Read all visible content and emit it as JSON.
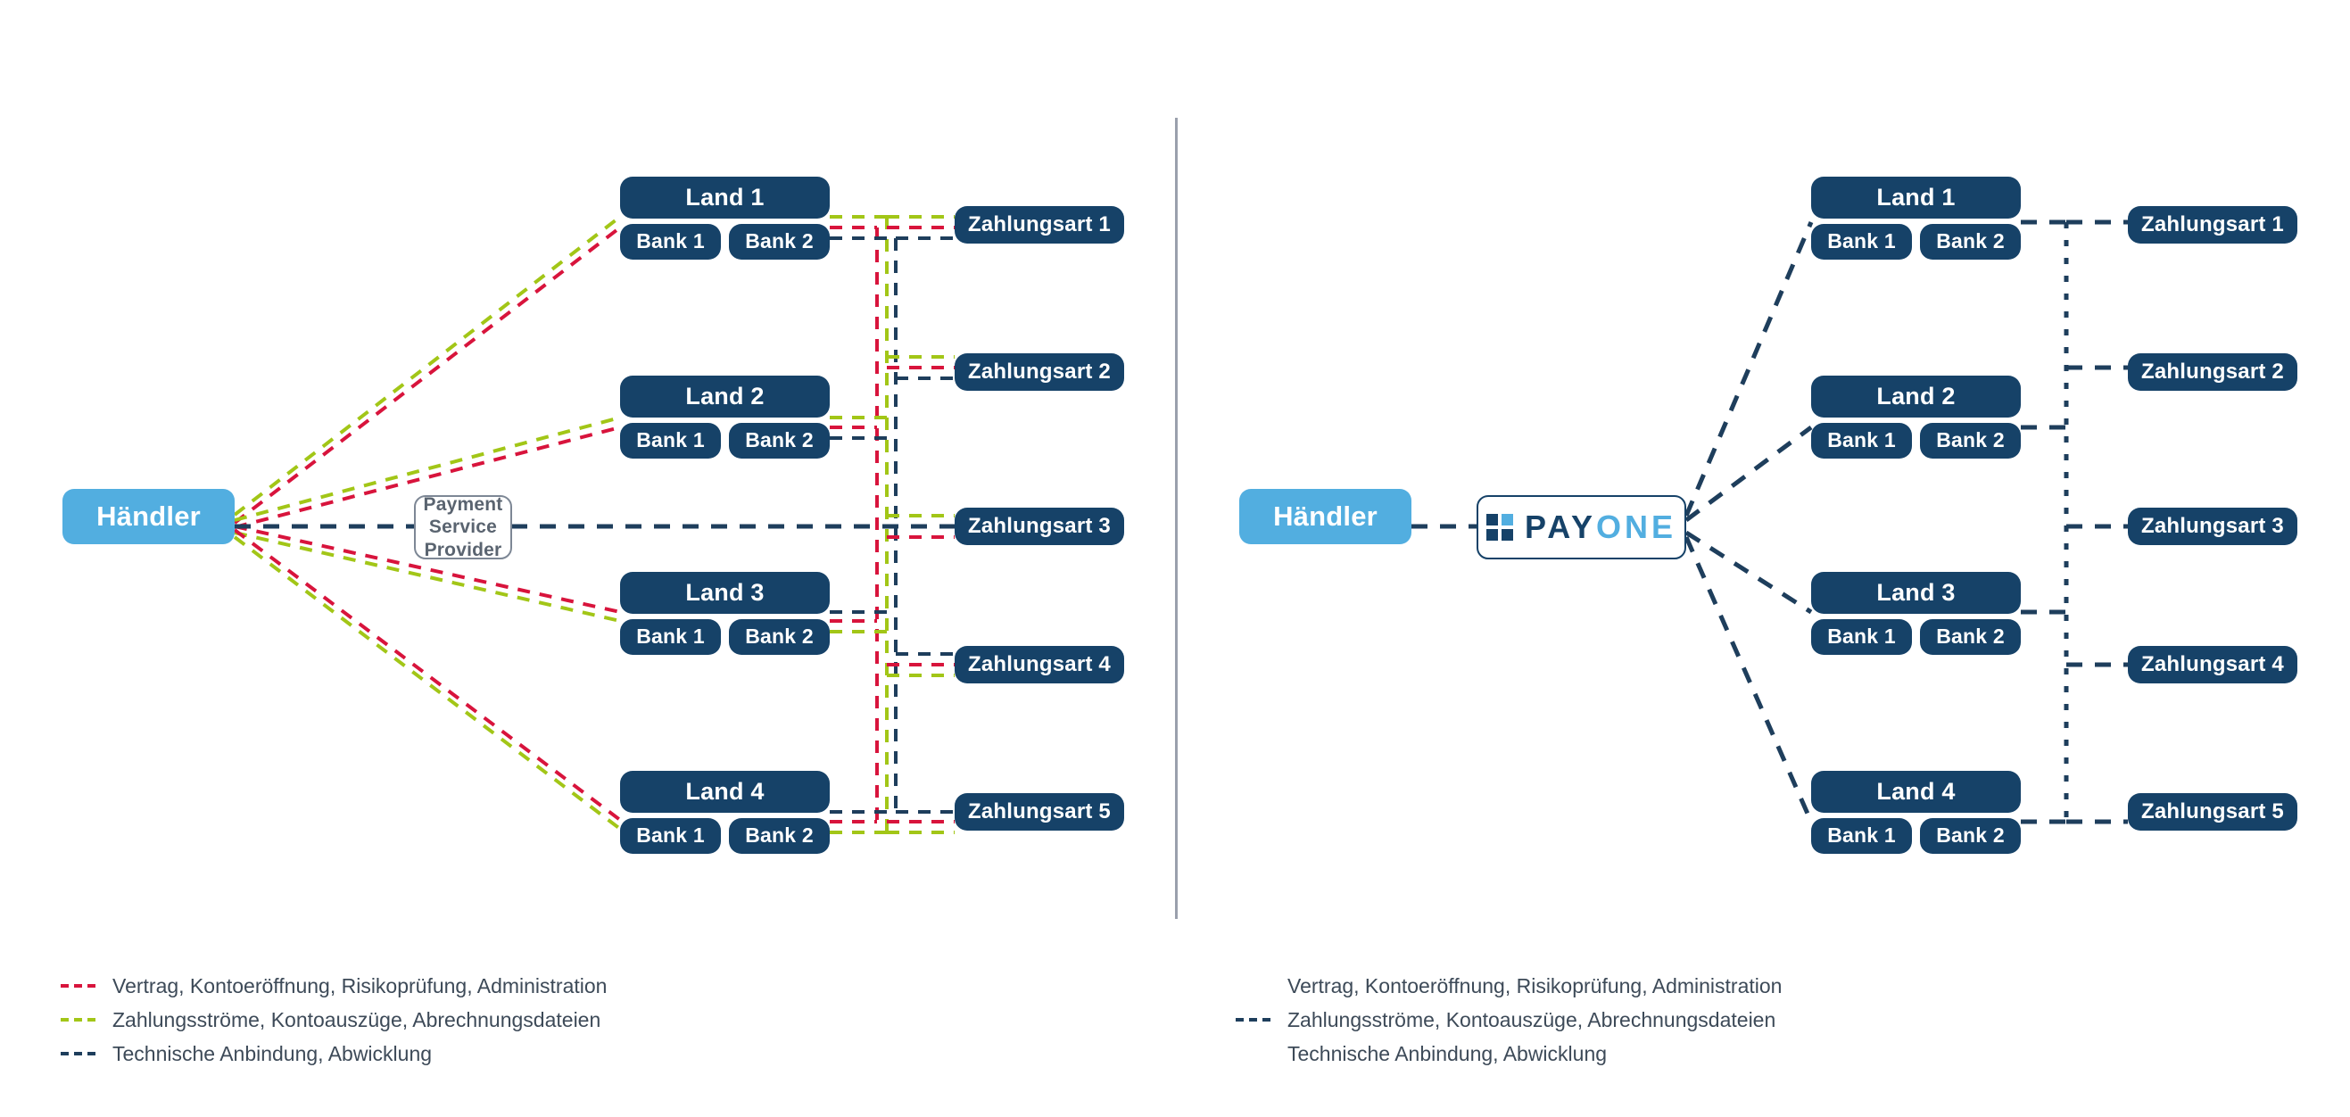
{
  "colors": {
    "navy": "#164268",
    "light_blue": "#52AEE0",
    "red": "#D8143C",
    "green": "#A2C617",
    "line_navy": "#1E3E5C",
    "grey_border": "#7D8795",
    "grey_text": "#5A6470",
    "divider": "#9AA0AC",
    "legend_text": "#3D4A58"
  },
  "left_panel": {
    "merchant": "Händler",
    "psp": "Payment Service Provider",
    "psp_line1": "Payment Service",
    "psp_line2": "Provider",
    "countries": [
      {
        "label": "Land 1",
        "banks": [
          "Bank 1",
          "Bank 2"
        ]
      },
      {
        "label": "Land 2",
        "banks": [
          "Bank 1",
          "Bank 2"
        ]
      },
      {
        "label": "Land 3",
        "banks": [
          "Bank 1",
          "Bank 2"
        ]
      },
      {
        "label": "Land 4",
        "banks": [
          "Bank 1",
          "Bank 2"
        ]
      }
    ],
    "payment_methods": [
      "Zahlungsart 1",
      "Zahlungsart 2",
      "Zahlungsart 3",
      "Zahlungsart 4",
      "Zahlungsart 5"
    ],
    "legend": [
      {
        "marker": "red",
        "text": "Vertrag, Kontoeröffnung, Risikoprüfung, Administration"
      },
      {
        "marker": "green",
        "text": "Zahlungsströme, Kontoauszüge, Abrechnungsdateien"
      },
      {
        "marker": "navy",
        "text": "Technische Anbindung, Abwicklung"
      }
    ]
  },
  "right_panel": {
    "merchant": "Händler",
    "provider_logo": {
      "name": "payone-logo",
      "word_dark": "PAY",
      "word_light": "ONE"
    },
    "countries": [
      {
        "label": "Land 1",
        "banks": [
          "Bank 1",
          "Bank 2"
        ]
      },
      {
        "label": "Land 2",
        "banks": [
          "Bank 1",
          "Bank 2"
        ]
      },
      {
        "label": "Land 3",
        "banks": [
          "Bank 1",
          "Bank 2"
        ]
      },
      {
        "label": "Land 4",
        "banks": [
          "Bank 1",
          "Bank 2"
        ]
      }
    ],
    "payment_methods": [
      "Zahlungsart 1",
      "Zahlungsart 2",
      "Zahlungsart 3",
      "Zahlungsart 4",
      "Zahlungsart 5"
    ],
    "legend": [
      {
        "marker": "none",
        "text": "Vertrag, Kontoeröffnung, Risikoprüfung, Administration"
      },
      {
        "marker": "navy",
        "text": "Zahlungsströme, Kontoauszüge, Abrechnungsdateien"
      },
      {
        "marker": "none",
        "text": "Technische Anbindung, Abwicklung"
      }
    ]
  }
}
